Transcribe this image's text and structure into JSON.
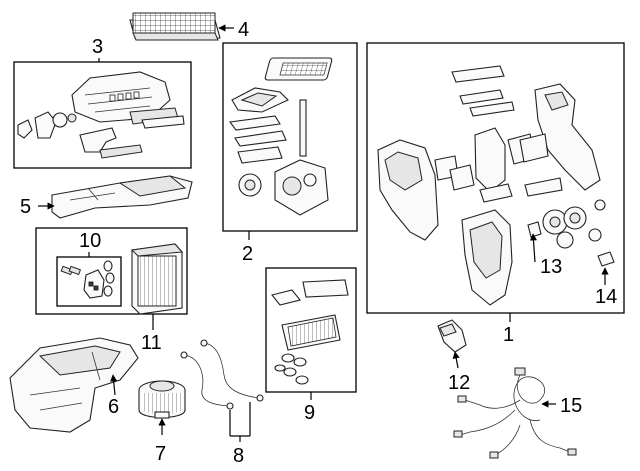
{
  "callouts": {
    "c1": "1",
    "c2": "2",
    "c3": "3",
    "c4": "4",
    "c5": "5",
    "c6": "6",
    "c7": "7",
    "c8": "8",
    "c9": "9",
    "c10": "10",
    "c11": "11",
    "c12": "12",
    "c13": "13",
    "c14": "14",
    "c15": "15"
  },
  "icons": {
    "cabin_filter": "cabin-air-filter-icon",
    "heater_core": "heater-core-icon",
    "blower_motor": "blower-motor-icon",
    "wiring_harness": "wiring-harness-icon"
  }
}
